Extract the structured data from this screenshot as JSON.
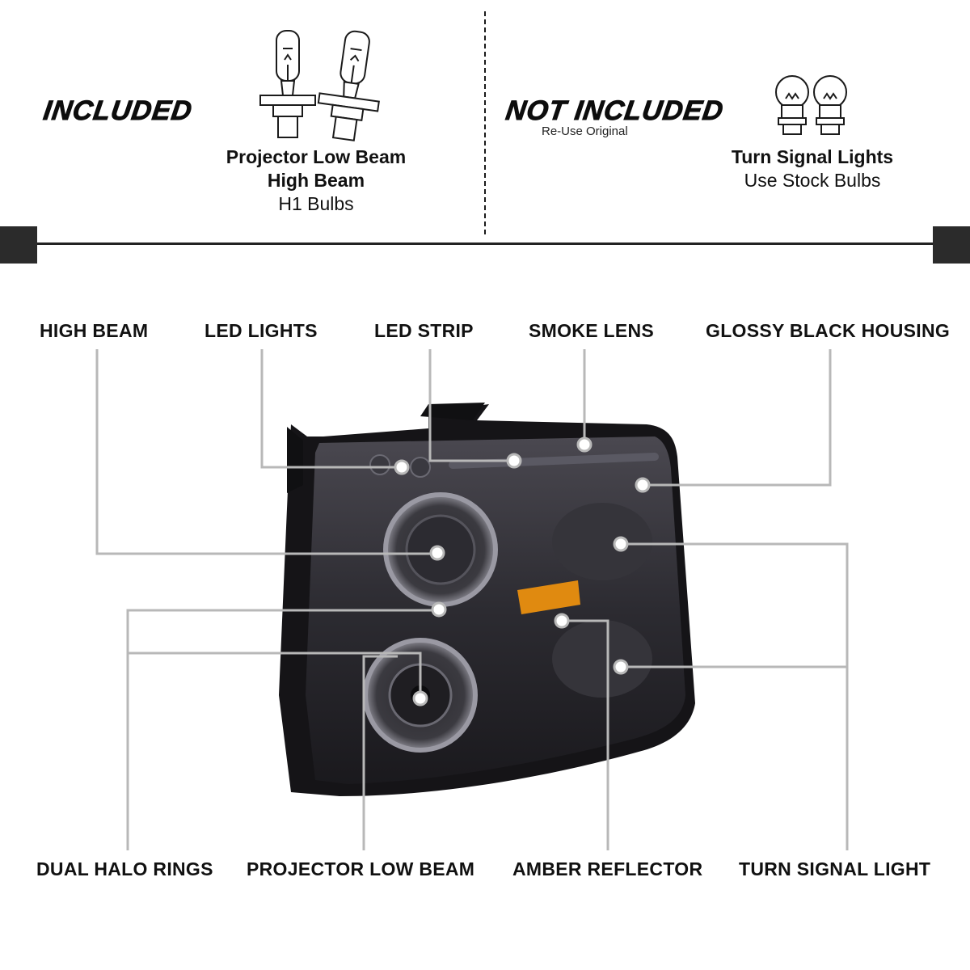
{
  "included": {
    "heading": "INCLUDED",
    "caption_line1": "Projector Low Beam",
    "caption_line2": "High Beam",
    "caption_line3": "H1 Bulbs",
    "icon": "halogen-bulb-icon"
  },
  "not_included": {
    "heading": "NOT INCLUDED",
    "subheading": "Re-Use Original",
    "caption_line1": "Turn Signal Lights",
    "caption_line2": "Use Stock Bulbs",
    "icon": "wedge-bulb-icon"
  },
  "callouts": {
    "high_beam": "HIGH BEAM",
    "led_lights": "LED LIGHTS",
    "led_strip": "LED STRIP",
    "smoke_lens": "SMOKE LENS",
    "glossy_black_housing": "GLOSSY BLACK HOUSING",
    "dual_halo_rings": "DUAL HALO RINGS",
    "projector_low_beam": "PROJECTOR LOW BEAM",
    "amber_reflector": "AMBER REFLECTOR",
    "turn_signal_light": "TURN SIGNAL LIGHT"
  },
  "colors": {
    "housing": "#1b1a1d",
    "smoke": "#3a3840",
    "amber": "#e08a10",
    "leader": "#b8b8b8",
    "rule": "#222222"
  }
}
